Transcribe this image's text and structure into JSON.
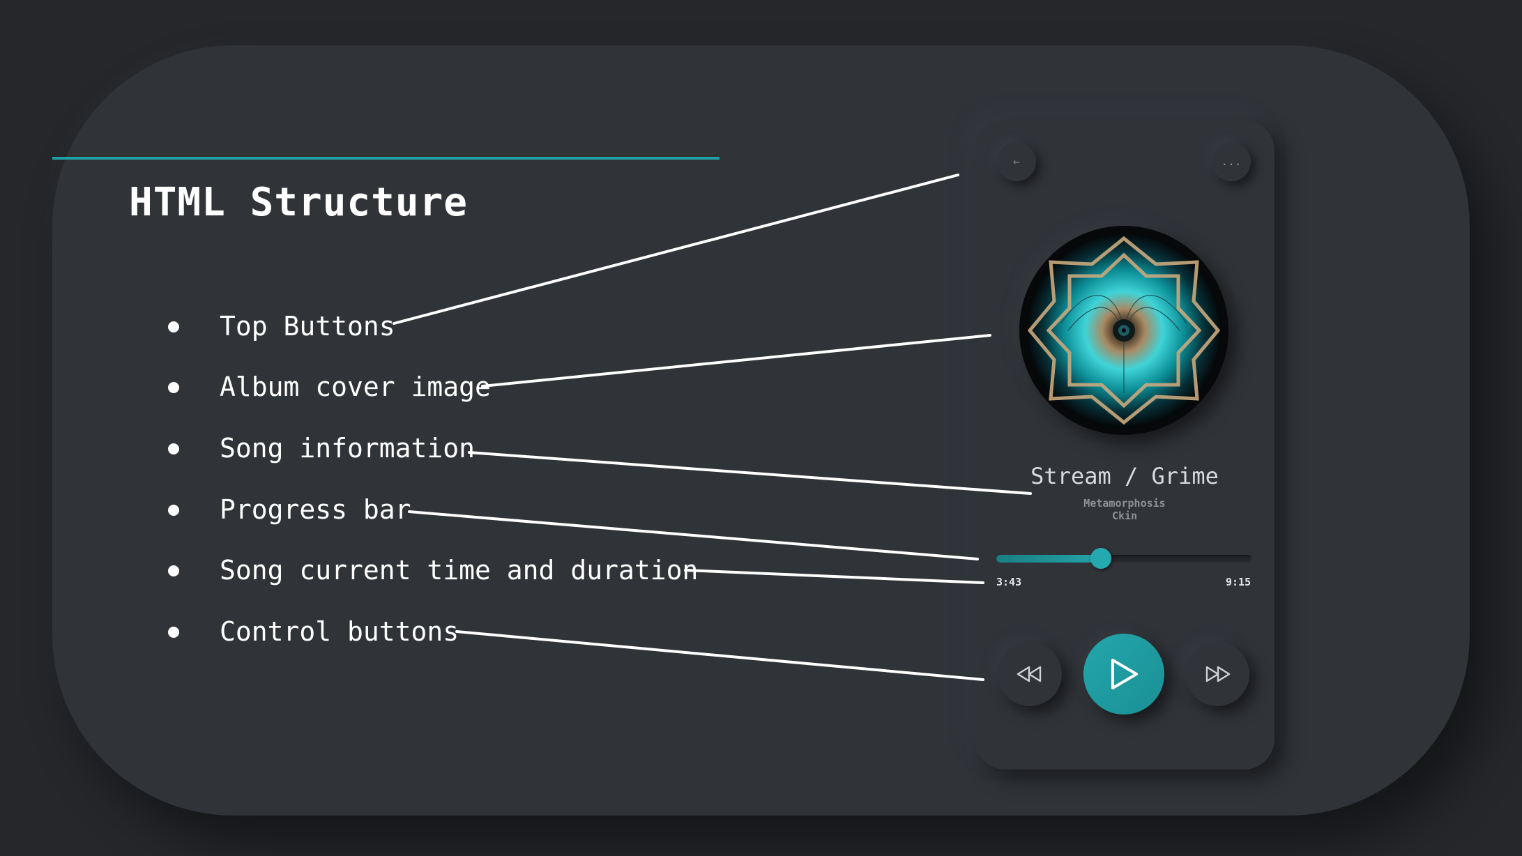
{
  "slide": {
    "title": "HTML Structure",
    "bullets": [
      {
        "label": "Top Buttons"
      },
      {
        "label": "Album cover image"
      },
      {
        "label": "Song information"
      },
      {
        "label": "Progress bar"
      },
      {
        "label": "Song current time and duration"
      },
      {
        "label": "Control buttons"
      }
    ]
  },
  "player": {
    "top_buttons": {
      "back_icon": "back-arrow-icon",
      "back_glyph": "←",
      "menu_icon": "more-options-icon",
      "menu_glyph": "..."
    },
    "cover_icon": "album-cover-image",
    "song": {
      "title": "Stream / Grime",
      "album": "Metamorphosis",
      "artist": "Ckin"
    },
    "progress": {
      "current_time": "3:43",
      "duration": "9:15",
      "fraction": 0.41
    },
    "controls": {
      "rewind_icon": "rewind-icon",
      "play_icon": "play-icon",
      "forward_icon": "fast-forward-icon"
    }
  },
  "colors": {
    "background": "#25272b",
    "card": "#303338",
    "accent": "#1f9ea3",
    "text": "#ffffff"
  }
}
